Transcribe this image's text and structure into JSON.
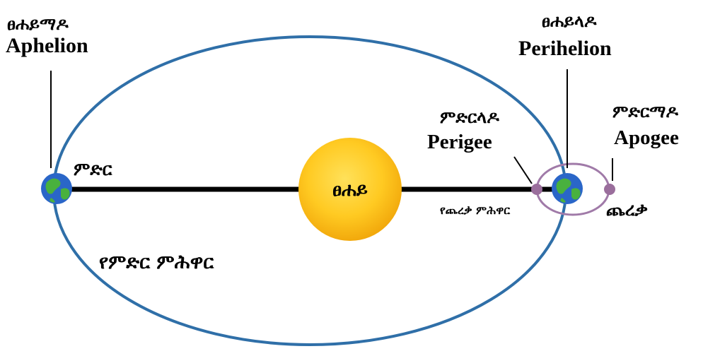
{
  "labels": {
    "aphelion_ge": "ፀሐይማዶ",
    "aphelion_en": "Aphelion",
    "perihelion_ge": "ፀሐይላዶ",
    "perihelion_en": "Perihelion",
    "perigee_ge": "ምድርላዶ",
    "perigee_en": "Perigee",
    "apogee_ge": "ምድርማዶ",
    "apogee_en": "Apogee",
    "earth": "ምድር",
    "sun": "ፀሐይ",
    "earth_orbit": "የምድር ምሕዋር",
    "moon_orbit": "የጨረቃ ምሕዋር",
    "moon": "ጨረቃ"
  },
  "colors": {
    "earth_orbit": "#2f6fa8",
    "moon_orbit": "#a07aa8",
    "moon": "#9a6e9c",
    "sun_outer": "#f3ae0f",
    "sun_inner": "#ffd23a",
    "earth_ocean": "#2a66c8",
    "earth_land": "#49b13e",
    "sun_earth_line": "#000000"
  },
  "icons": {
    "earth_left": "earth-globe-icon",
    "earth_right": "earth-globe-icon",
    "sun": "sun-icon",
    "moon_near": "moon-dot-icon",
    "moon_far": "moon-dot-icon"
  }
}
